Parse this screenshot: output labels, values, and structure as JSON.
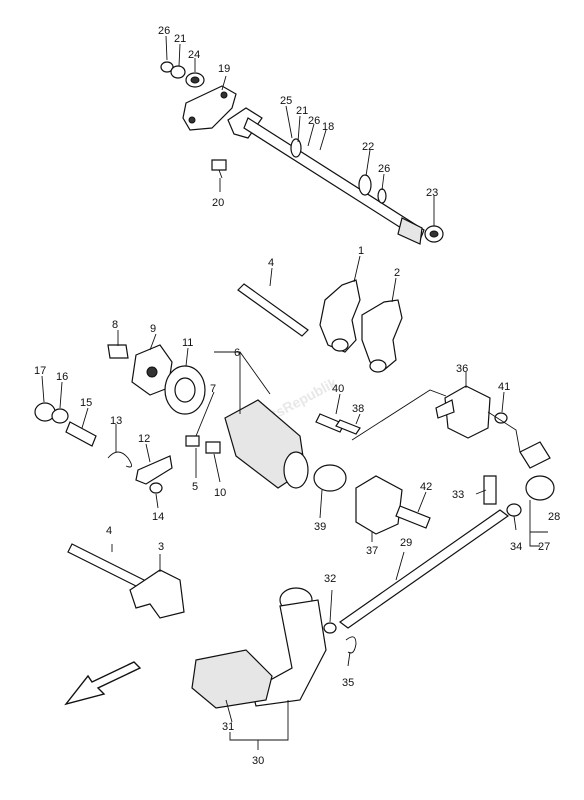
{
  "watermark": "PartsRepublik",
  "callouts": [
    {
      "id": "c26a",
      "text": "26"
    },
    {
      "id": "c21a",
      "text": "21"
    },
    {
      "id": "c24",
      "text": "24"
    },
    {
      "id": "c19",
      "text": "19"
    },
    {
      "id": "c25",
      "text": "25"
    },
    {
      "id": "c21b",
      "text": "21"
    },
    {
      "id": "c26b",
      "text": "26"
    },
    {
      "id": "c18",
      "text": "18"
    },
    {
      "id": "c22",
      "text": "22"
    },
    {
      "id": "c26c",
      "text": "26"
    },
    {
      "id": "c20",
      "text": "20"
    },
    {
      "id": "c23",
      "text": "23"
    },
    {
      "id": "c1",
      "text": "1"
    },
    {
      "id": "c2",
      "text": "2"
    },
    {
      "id": "c4a",
      "text": "4"
    },
    {
      "id": "c8",
      "text": "8"
    },
    {
      "id": "c9",
      "text": "9"
    },
    {
      "id": "c11",
      "text": "11"
    },
    {
      "id": "c6",
      "text": "6"
    },
    {
      "id": "c36",
      "text": "36"
    },
    {
      "id": "c41",
      "text": "41"
    },
    {
      "id": "c40",
      "text": "40"
    },
    {
      "id": "c38",
      "text": "38"
    },
    {
      "id": "c17",
      "text": "17"
    },
    {
      "id": "c16",
      "text": "16"
    },
    {
      "id": "c15",
      "text": "15"
    },
    {
      "id": "c13",
      "text": "13"
    },
    {
      "id": "c12",
      "text": "12"
    },
    {
      "id": "c7",
      "text": "7"
    },
    {
      "id": "c5",
      "text": "5"
    },
    {
      "id": "c10",
      "text": "10"
    },
    {
      "id": "c14",
      "text": "14"
    },
    {
      "id": "c39",
      "text": "39"
    },
    {
      "id": "c42",
      "text": "42"
    },
    {
      "id": "c37",
      "text": "37"
    },
    {
      "id": "c33",
      "text": "33"
    },
    {
      "id": "c28",
      "text": "28"
    },
    {
      "id": "c34",
      "text": "34"
    },
    {
      "id": "c27",
      "text": "27"
    },
    {
      "id": "c29",
      "text": "29"
    },
    {
      "id": "c4b",
      "text": "4"
    },
    {
      "id": "c3",
      "text": "3"
    },
    {
      "id": "c32",
      "text": "32"
    },
    {
      "id": "c35",
      "text": "35"
    },
    {
      "id": "c31",
      "text": "31"
    },
    {
      "id": "c30",
      "text": "30"
    }
  ]
}
